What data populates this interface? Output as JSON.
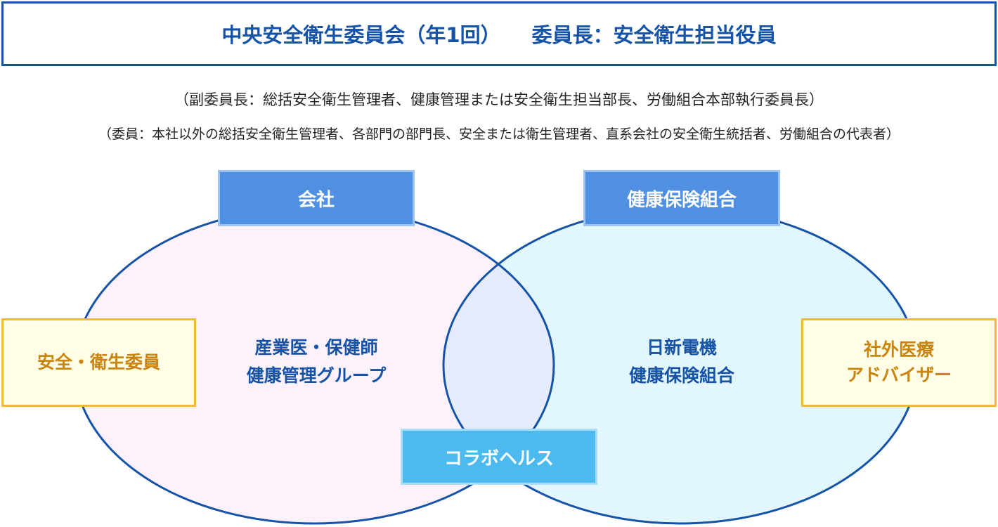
{
  "title": {
    "left": "中央安全衛生委員会（年1回）",
    "right": "委員長：安全衛生担当役員"
  },
  "subtitles": [
    "（副委員長：総括安全衛生管理者、健康管理または安全衛生担当部長、労働組合本部執行委員長）",
    "（委員：本社以外の総括安全衛生管理者、各部門の部門長、安全または衛生管理者、直系会社の安全衛生統括者、労働組合の代表者）"
  ],
  "left_circle": {
    "label": "会社",
    "inner": [
      "産業医・保健師",
      "健康管理グループ"
    ],
    "side_box": "安全・衛生委員"
  },
  "right_circle": {
    "label": "健康保険組合",
    "inner": [
      "日新電機",
      "健康保険組合"
    ],
    "side_box": [
      "社外医療",
      "アドバイザー"
    ]
  },
  "overlap": {
    "label": "コラボヘルス"
  },
  "colors": {
    "primary": "#1553a8",
    "label_blue": "#5090e2",
    "collab": "#4cb9ef",
    "orange_text": "#c98510",
    "left_fill": "#fdf2fb",
    "right_fill": "#e2f6fd",
    "overlap_fill": "#e6ebfb"
  }
}
